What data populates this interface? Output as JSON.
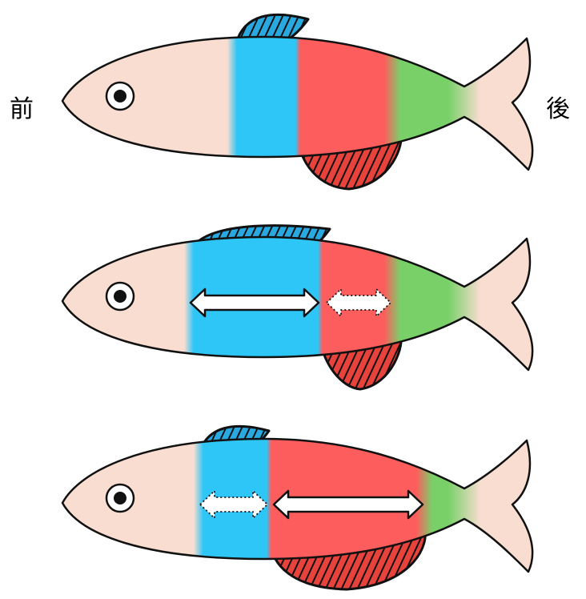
{
  "labels": {
    "front": "前",
    "back": "後"
  },
  "colors": {
    "head": "#F8DDD0",
    "blue": "#2EC5F7",
    "red": "#FD5D5C",
    "green": "#79D069",
    "fin_red": "#E8423C",
    "fin_blue": "#2AA8E0",
    "outline": "#111111"
  },
  "fish": [
    {
      "name": "reference",
      "blue_segment": "normal",
      "red_segment": "normal"
    },
    {
      "name": "blue-expanded",
      "blue_segment": "expanded",
      "red_segment": "reduced"
    },
    {
      "name": "red-expanded",
      "blue_segment": "reduced",
      "red_segment": "expanded"
    }
  ]
}
